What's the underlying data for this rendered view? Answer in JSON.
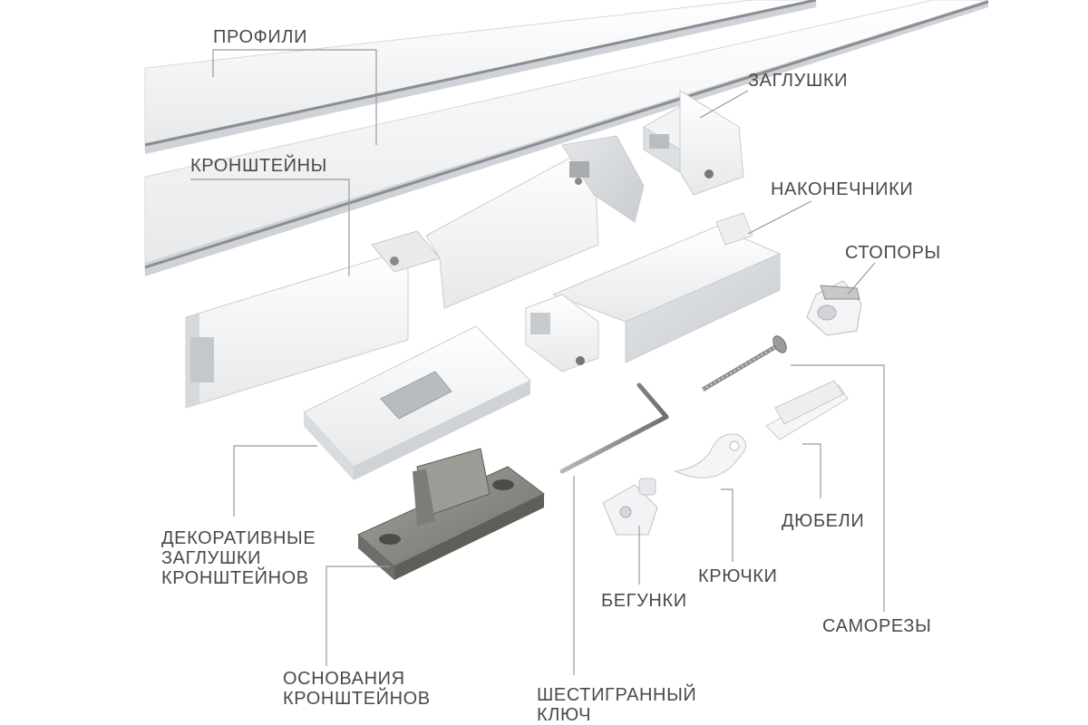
{
  "labels": {
    "profiles": "ПРОФИЛИ",
    "plugs": "ЗАГЛУШКИ",
    "brackets": "КРОНШТЕЙНЫ",
    "tips": "НАКОНЕЧНИКИ",
    "stoppers": "СТОПОРЫ",
    "decor_caps": [
      "ДЕКОРАТИВНЫЕ",
      "ЗАГЛУШКИ",
      "КРОНШТЕЙНОВ"
    ],
    "dowels": "ДЮБЕЛИ",
    "hooks": "КРЮЧКИ",
    "runners": "БЕГУНКИ",
    "screws": "САМОРЕЗЫ",
    "bracket_bases": [
      "ОСНОВАНИЯ",
      "КРОНШТЕЙНОВ"
    ],
    "hex_key": [
      "ШЕСТИГРАННЫЙ",
      "КЛЮЧ"
    ]
  },
  "colors": {
    "label_text": "#4a4a4a",
    "leader_line": "#9a9a9a",
    "part_white": "#f4f5f6",
    "part_shadow": "#d9dcdf",
    "metal_base": "#8e8e88"
  }
}
